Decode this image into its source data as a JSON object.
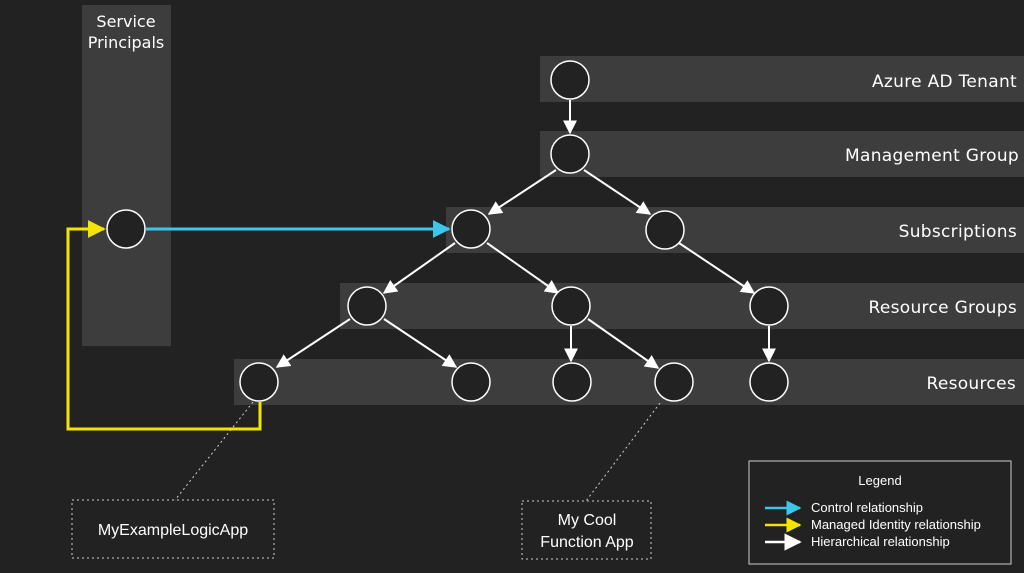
{
  "service_principals": {
    "line1": "Service",
    "line2": "Principals"
  },
  "bands": [
    {
      "label": "Azure AD Tenant"
    },
    {
      "label": "Management Group"
    },
    {
      "label": "Subscriptions"
    },
    {
      "label": "Resource Groups"
    },
    {
      "label": "Resources"
    }
  ],
  "callouts": {
    "logic_app": {
      "text": "MyExampleLogicApp"
    },
    "function_app": {
      "line1": "My Cool",
      "line2": "Function App"
    }
  },
  "legend": {
    "title": "Legend",
    "items": [
      {
        "label": "Control relationship",
        "color": "#3ec6e8"
      },
      {
        "label": "Managed Identity relationship",
        "color": "#f2e600"
      },
      {
        "label": "Hierarchical relationship",
        "color": "#ffffff"
      }
    ]
  },
  "colors": {
    "background": "#222222",
    "band": "#3d3d3d",
    "control": "#3ec6e8",
    "managed_identity": "#f2e600",
    "hierarchical": "#ffffff"
  }
}
